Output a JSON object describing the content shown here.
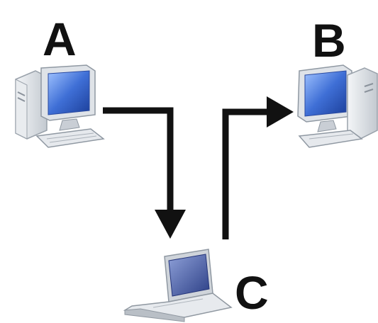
{
  "nodes": {
    "a": {
      "label": "A",
      "icon": "desktop-computer-icon"
    },
    "b": {
      "label": "B",
      "icon": "desktop-computer-icon"
    },
    "c": {
      "label": "C",
      "icon": "laptop-icon"
    }
  },
  "edges": [
    {
      "from": "A",
      "to": "C"
    },
    {
      "from": "C",
      "to": "B"
    }
  ],
  "colors": {
    "arrow": "#111111",
    "screen": "#3f6fd6",
    "case": "#d9dde2"
  }
}
